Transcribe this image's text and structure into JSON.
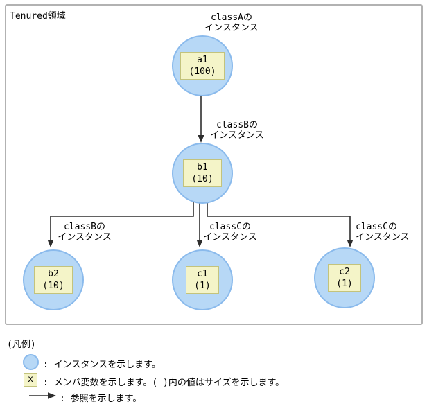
{
  "region": {
    "title": "Tenured領域"
  },
  "nodes": {
    "a1": {
      "class_label": "classAの\nインスタンス",
      "name": "a1",
      "size": "(100)"
    },
    "b1": {
      "class_label": "classBの\nインスタンス",
      "name": "b1",
      "size": "(10)"
    },
    "b2": {
      "class_label": "classBの\nインスタンス",
      "name": "b2",
      "size": "(10)"
    },
    "c1": {
      "class_label": "classCの\nインスタンス",
      "name": "c1",
      "size": "(1)"
    },
    "c2": {
      "class_label": "classCの\nインスタンス",
      "name": "c2",
      "size": "(1)"
    }
  },
  "legend": {
    "heading": "(凡例)",
    "items": [
      {
        "icon": "instance-circle-icon",
        "text": ": インスタンスを示します。"
      },
      {
        "icon": "member-variable-box-icon",
        "symbol": "x",
        "text": ": メンバ変数を示します。( )内の値はサイズを示します。"
      },
      {
        "icon": "reference-arrow-icon",
        "text": ": 参照を示します。"
      }
    ]
  },
  "colors": {
    "circle-fill": "#b7d8f6",
    "circle-stroke": "#8abaec",
    "box-fill": "#f4f4c8",
    "box-stroke": "#c3c37c",
    "line": "#2e2e2e",
    "frame": "#b2b2b2"
  }
}
